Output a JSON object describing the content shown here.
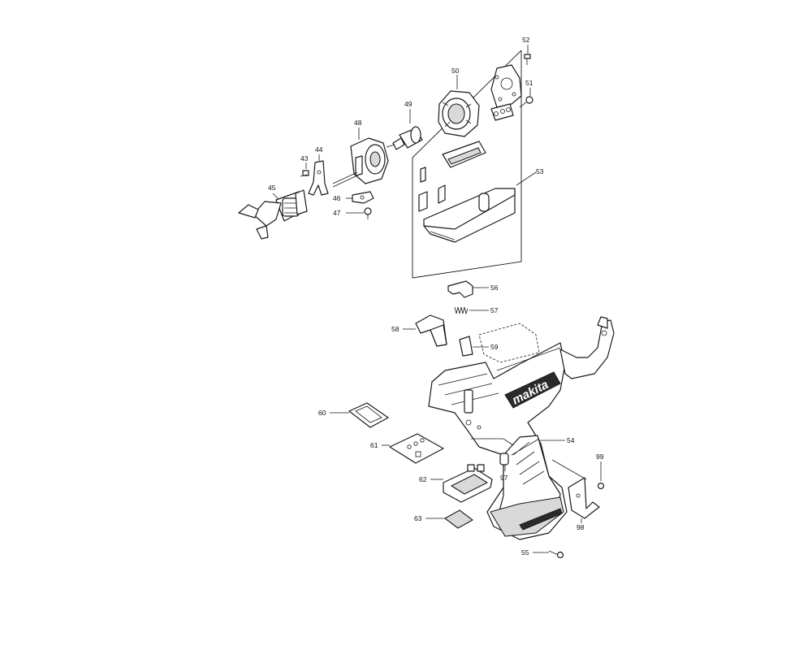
{
  "diagram": {
    "callouts": [
      {
        "id": "43",
        "text": "43"
      },
      {
        "id": "44",
        "text": "44"
      },
      {
        "id": "45",
        "text": "45"
      },
      {
        "id": "46",
        "text": "46"
      },
      {
        "id": "47",
        "text": "47"
      },
      {
        "id": "48",
        "text": "48"
      },
      {
        "id": "49",
        "text": "49"
      },
      {
        "id": "50",
        "text": "50"
      },
      {
        "id": "51",
        "text": "51"
      },
      {
        "id": "52",
        "text": "52"
      },
      {
        "id": "53",
        "text": "53"
      },
      {
        "id": "54",
        "text": "54"
      },
      {
        "id": "55",
        "text": "55"
      },
      {
        "id": "56",
        "text": "56"
      },
      {
        "id": "57",
        "text": "57"
      },
      {
        "id": "58",
        "text": "58"
      },
      {
        "id": "59",
        "text": "59"
      },
      {
        "id": "60",
        "text": "60"
      },
      {
        "id": "61",
        "text": "61"
      },
      {
        "id": "62",
        "text": "62"
      },
      {
        "id": "63",
        "text": "63"
      },
      {
        "id": "97",
        "text": "97"
      },
      {
        "id": "98",
        "text": "98"
      },
      {
        "id": "99",
        "text": "99"
      }
    ],
    "housing_logo": "makita"
  }
}
